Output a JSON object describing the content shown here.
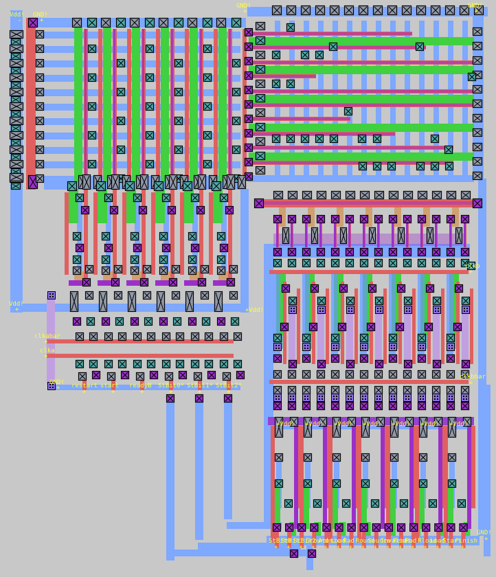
{
  "view": {
    "title": "VLSI layout editor view",
    "background_color": "#c8c8c8"
  },
  "layers": {
    "metal1": {
      "name": "metal1",
      "color": "#7fa8ff"
    },
    "metal2": {
      "name": "metal2",
      "color": "#9b30c8"
    },
    "poly": {
      "name": "poly",
      "color": "#e06060"
    },
    "ndiff": {
      "name": "ndiffusion",
      "color": "#40d040"
    },
    "pdiff": {
      "name": "pdiffusion",
      "color": "#d0a070"
    },
    "nwell": {
      "name": "nwell",
      "color": "#c0a0e0"
    },
    "contact": {
      "name": "contact",
      "color": "#9098a8"
    },
    "ndcontact": {
      "name": "ndcontact",
      "color": "#50a8a8"
    },
    "via": {
      "name": "via",
      "color": "#9b30c8"
    },
    "label": {
      "name": "label",
      "color": "#ffff33"
    }
  },
  "labels": {
    "vdd_top_left": "Vdd!",
    "gnd_top_left": "GND!",
    "gnd_top_mid": "GND!",
    "gnd_top_right": "GND!",
    "vdd_mid_left": "Vdd!",
    "vdd_mid_center": "+Vdd!",
    "clkabar": "clkabar",
    "clka": "clka",
    "gnd_bottom_left": "GND!",
    "clkb": "clkb",
    "clkbbar": "clkbbar",
    "gnd_bottom_right": "GND!",
    "vdd_row": [
      "+Vdd!",
      "+Vdd!",
      "+Vdd!",
      "+Vdd!",
      "+Vdd!",
      "+Vdd!",
      "+Vdd!"
    ],
    "left_inputs": [
      "restart",
      "start",
      "readyB",
      "StBit0*",
      "StBit1*",
      "StBit2*"
    ],
    "bottom_outputs": [
      "StBit0",
      "StBit1",
      "StBit2",
      "Ground",
      "Atomic",
      "Load",
      "Rad",
      "Round",
      "Source",
      "Invalid",
      "Reset",
      "Rad",
      "Rload",
      "Load",
      "Start",
      "Finish"
    ]
  }
}
